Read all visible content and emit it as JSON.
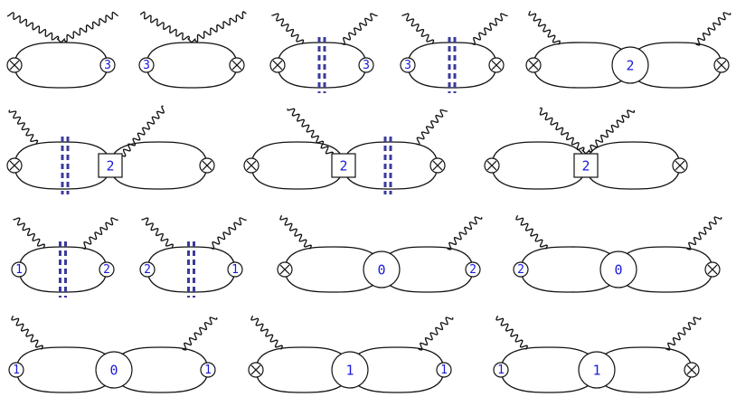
{
  "colors": {
    "line": "#111111",
    "label": "#1a1adb",
    "cut": "#3b3b9c"
  },
  "rows": [
    [
      {
        "left": "×",
        "right": "3",
        "vertex": "top"
      },
      {
        "left": "3",
        "right": "×",
        "vertex": "top"
      },
      {
        "left": "×",
        "right": "3",
        "cut": true
      },
      {
        "left": "3",
        "right": "×",
        "cut": true
      },
      {
        "left": "×",
        "center": "2",
        "center_shape": "circle",
        "right": "×"
      }
    ],
    [
      {
        "left": "×",
        "center": "2",
        "center_shape": "box",
        "right": "×",
        "cut": "left"
      },
      {
        "left": "×",
        "center": "2",
        "center_shape": "box",
        "right": "×",
        "cut": "right"
      },
      {
        "left": "×",
        "center": "2",
        "center_shape": "box",
        "right": "×",
        "vertex": "box"
      }
    ],
    [
      {
        "left": "1",
        "right": "2",
        "cut": true
      },
      {
        "left": "2",
        "right": "1",
        "cut": true
      },
      {
        "left": "×",
        "center": "0",
        "center_shape": "circle",
        "right": "2"
      },
      {
        "left": "2",
        "center": "0",
        "center_shape": "circle",
        "right": "×"
      }
    ],
    [
      {
        "left": "1",
        "center": "0",
        "center_shape": "circle",
        "right": "1"
      },
      {
        "left": "×",
        "center": "1",
        "center_shape": "circle",
        "right": "1"
      },
      {
        "left": "1",
        "center": "1",
        "center_shape": "circle",
        "right": "×"
      }
    ]
  ]
}
